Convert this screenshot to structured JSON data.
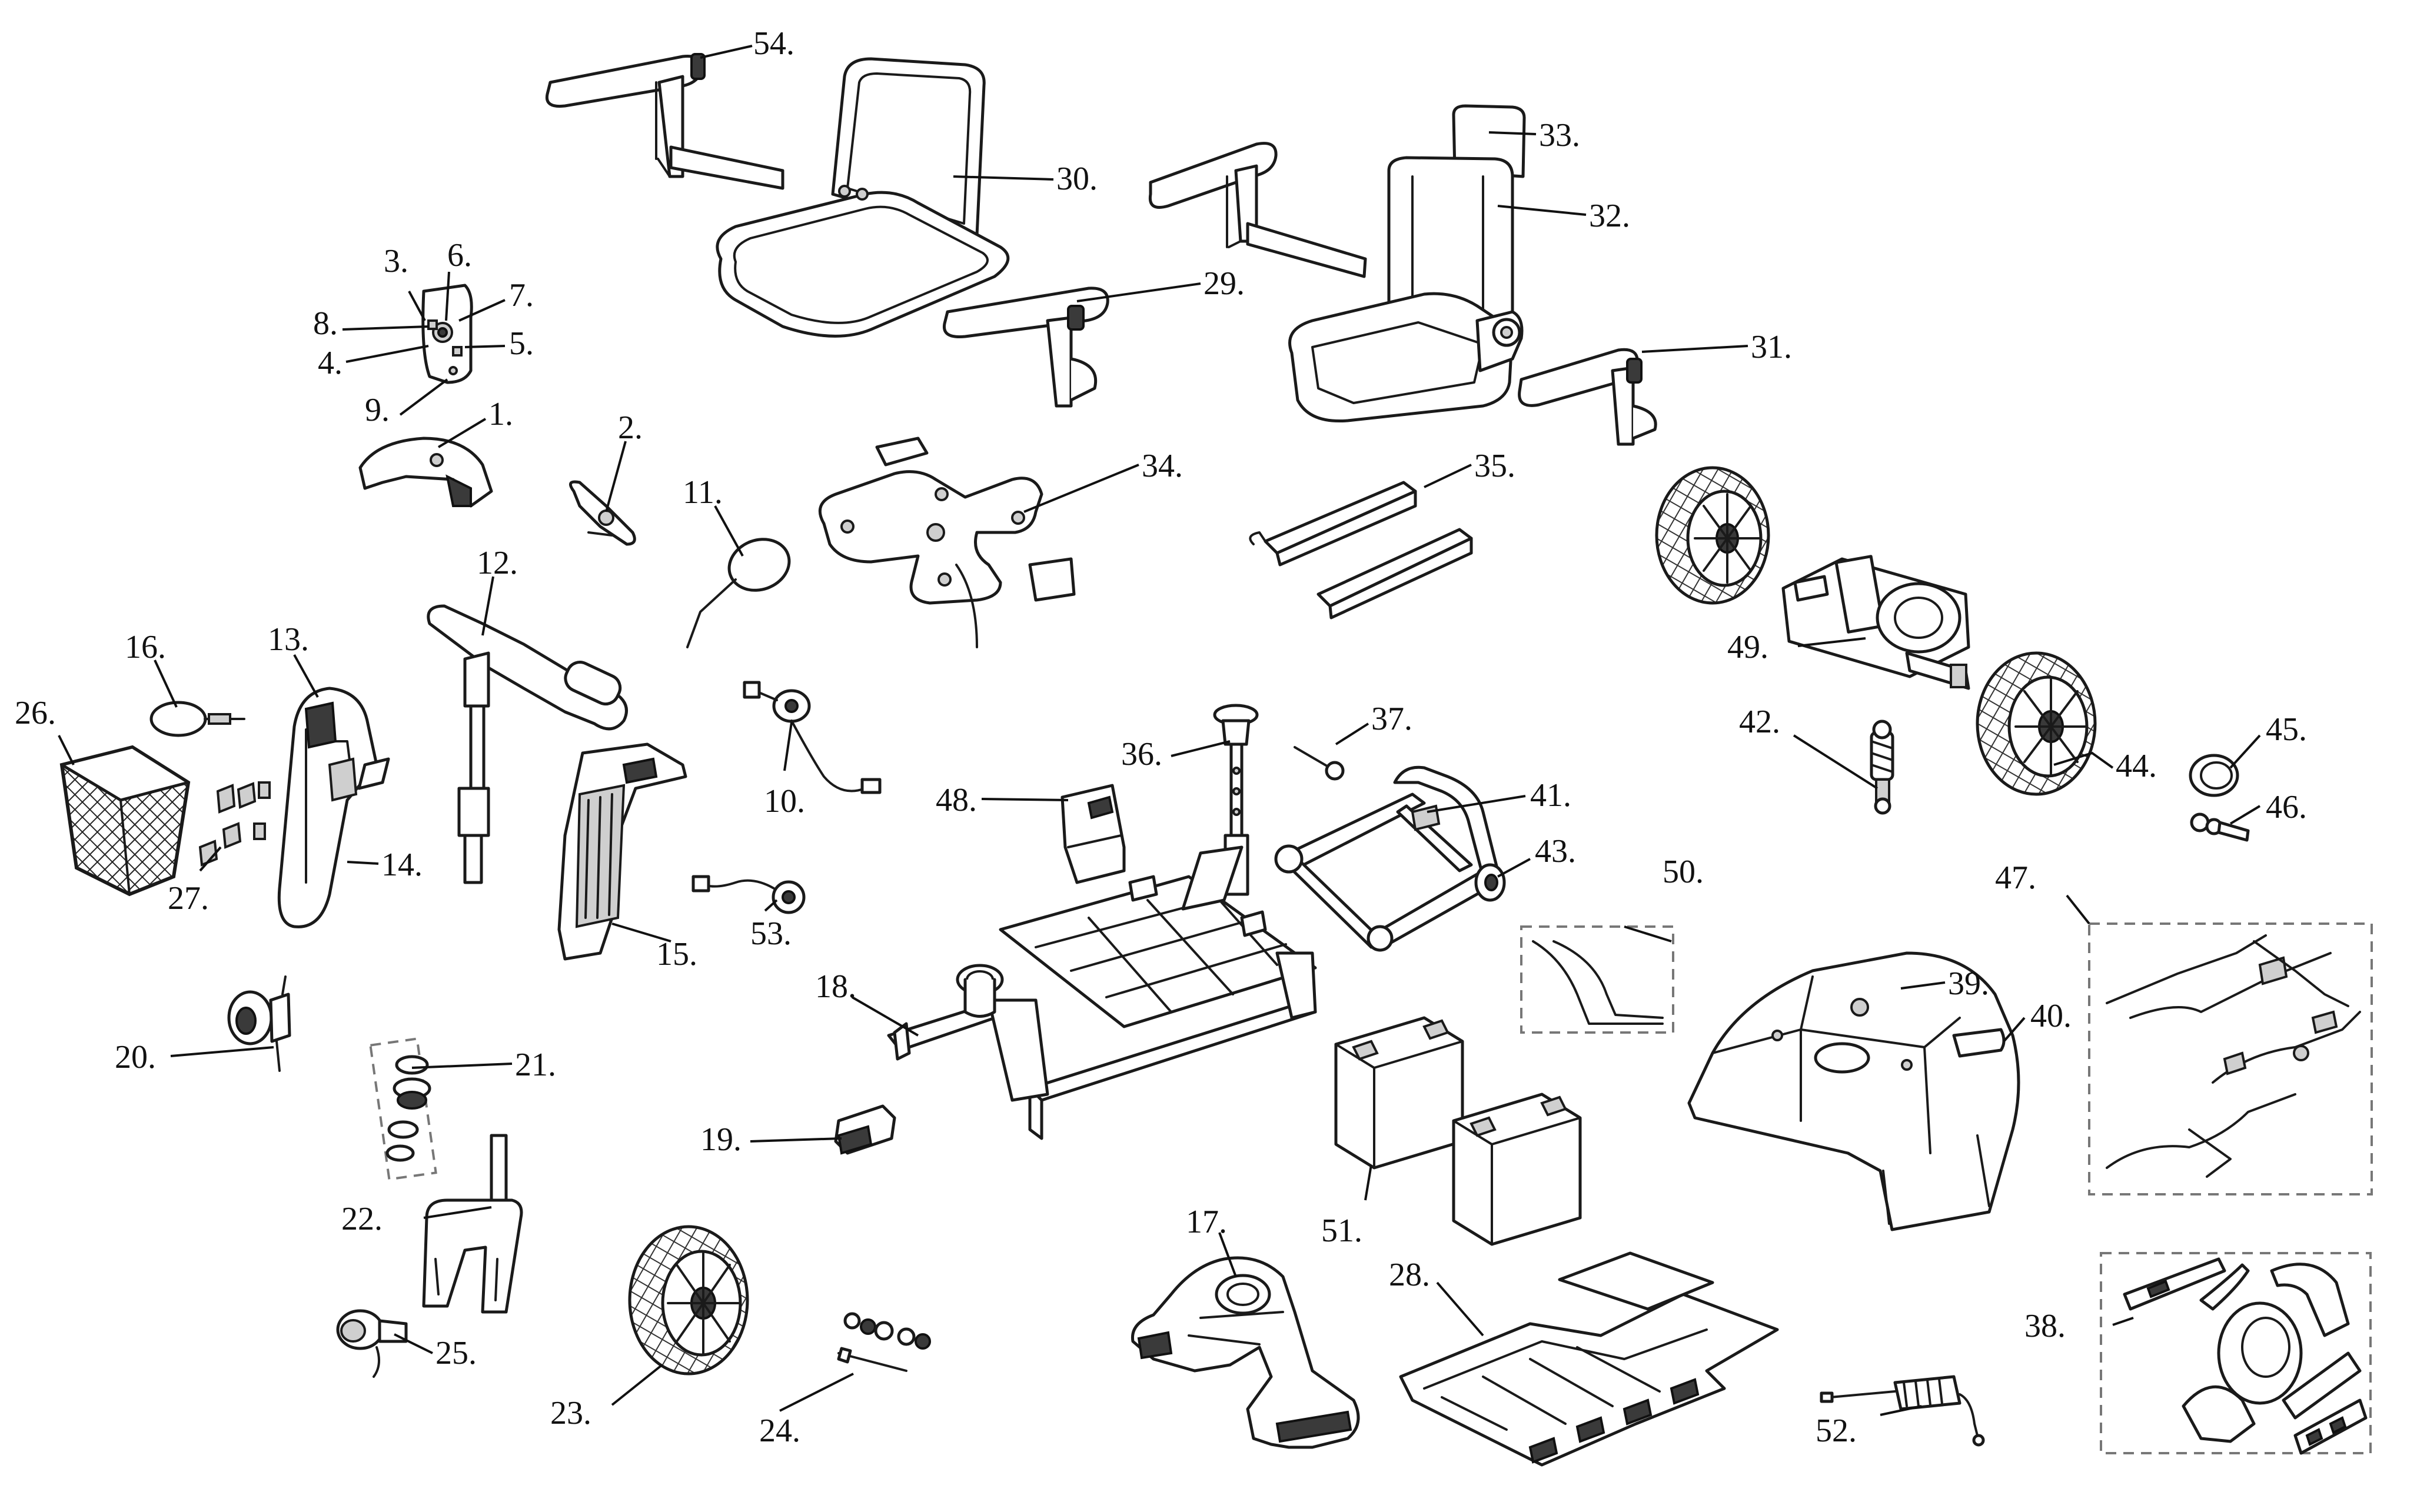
{
  "labels": {
    "p1": "1.",
    "p2": "2.",
    "p3": "3.",
    "p4": "4.",
    "p5": "5.",
    "p6": "6.",
    "p7": "7.",
    "p8": "8.",
    "p9": "9.",
    "p10": "10.",
    "p11": "11.",
    "p12": "12.",
    "p13": "13.",
    "p14": "14.",
    "p15": "15.",
    "p16": "16.",
    "p17": "17.",
    "p18": "18.",
    "p19": "19.",
    "p20": "20.",
    "p21": "21.",
    "p22": "22.",
    "p23": "23.",
    "p24": "24.",
    "p25": "25.",
    "p26": "26.",
    "p27": "27.",
    "p28": "28.",
    "p29": "29.",
    "p30": "30.",
    "p31": "31.",
    "p32": "32.",
    "p33": "33.",
    "p34": "34.",
    "p35": "35.",
    "p36": "36.",
    "p37": "37.",
    "p38": "38.",
    "p39": "39.",
    "p40": "40.",
    "p41": "41.",
    "p42": "42.",
    "p43": "43.",
    "p44": "44.",
    "p45": "45.",
    "p46": "46.",
    "p47": "47.",
    "p48": "48.",
    "p49": "49.",
    "p50": "50.",
    "p51": "51.",
    "p52": "52.",
    "p53": "53.",
    "p54": "54."
  },
  "colors": {
    "line": "#111111",
    "fill": "#ffffff",
    "shade": "#cfcfcf",
    "dark": "#3a3a3a",
    "box": "#777777"
  }
}
